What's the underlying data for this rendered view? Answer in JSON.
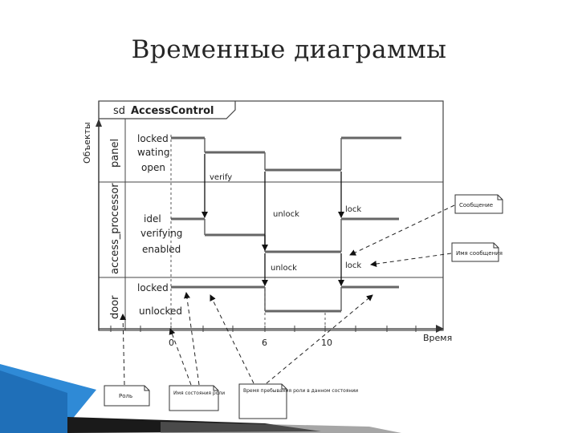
{
  "slide_title": "Временные диаграммы",
  "frame": {
    "keyword": "sd",
    "name": "AccessControl"
  },
  "axis": {
    "y_label": "Объекты",
    "x_label": "Время",
    "ticks": [
      "0",
      "6",
      "10"
    ]
  },
  "lifelines": [
    {
      "name": "panel",
      "states": [
        "locked",
        "wating",
        "open"
      ]
    },
    {
      "name": "access_processor",
      "states": [
        "idel",
        "verifying",
        "enabled"
      ]
    },
    {
      "name": "door",
      "states": [
        "locked",
        "unlocked"
      ]
    }
  ],
  "messages": [
    "verify",
    "unlock",
    "lock",
    "unlock",
    "lock"
  ],
  "callouts": [
    "Сообщение",
    "Имя сообщения",
    "Роль",
    "Имя состояния роли",
    "Время пребывания роли в данном состоянии"
  ]
}
